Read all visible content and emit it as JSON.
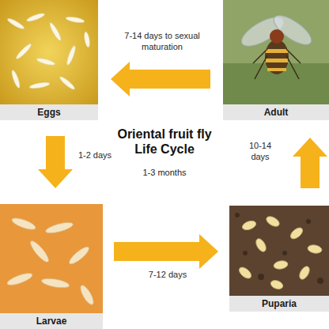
{
  "diagram": {
    "title": "Oriental fruit fly Life Cycle",
    "nodes": [
      {
        "text": [
          "Eggs"
        ]
      },
      {
        "text": [
          "Adult"
        ]
      },
      {
        "text": [
          "Larvae"
        ]
      },
      {
        "text": [
          "Puparia"
        ]
      }
    ],
    "edges": [
      {
        "from": 0,
        "to": 2,
        "label": "1-2 days",
        "arrow": "to"
      },
      {
        "from": 2,
        "to": 3,
        "label": "7-12 days",
        "arrow": "to"
      },
      {
        "from": 3,
        "to": 1,
        "label": "10-14 days",
        "arrow": "to"
      },
      {
        "from": 1,
        "to": 0,
        "label": "7-14 days to sexual maturation",
        "arrow": "to"
      }
    ],
    "labels": [
      "1-3 months"
    ]
  }
}
